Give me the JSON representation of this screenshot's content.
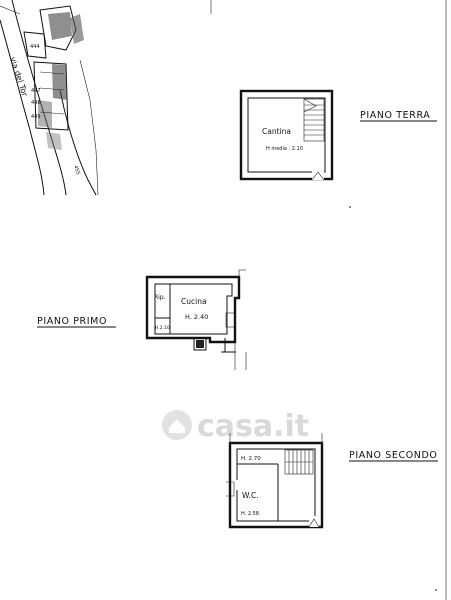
{
  "floors": [
    {
      "id": "terra",
      "title": "PIANO TERRA",
      "rooms": [
        {
          "name": "Cantina",
          "height": "H media : 2.10"
        }
      ]
    },
    {
      "id": "primo",
      "title": "PIANO PRIMO",
      "rooms": [
        {
          "name": "Cucina",
          "height": "H. 2.40"
        },
        {
          "name": "Rip.",
          "height": "H.2.10"
        }
      ]
    },
    {
      "id": "secondo",
      "title": "PIANO SECONDO",
      "rooms": [
        {
          "name": "W.C.",
          "height": "H. 2.58"
        },
        {
          "name": "",
          "height": "H. 2.70"
        }
      ]
    }
  ],
  "map": {
    "street": "via del Tor",
    "parcels": [
      "444",
      "447",
      "448",
      "449",
      "455"
    ]
  },
  "watermark": "casa.it",
  "colors": {
    "ink": "#111111",
    "watermark": "#d9d9d9",
    "paper": "#ffffff"
  }
}
